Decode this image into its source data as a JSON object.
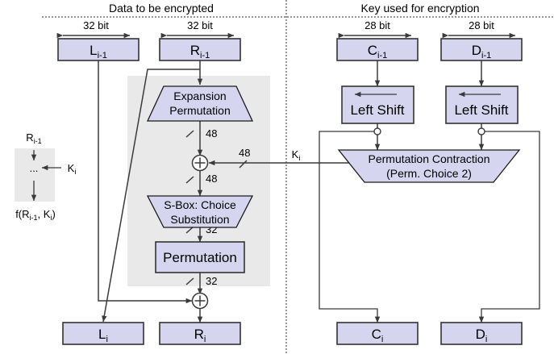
{
  "headers": {
    "left": "Data to be encrypted",
    "right": "Key used for encryption"
  },
  "bitwidths": {
    "l_prev": "32 bit",
    "r_prev": "32 bit",
    "c_prev": "28 bit",
    "d_prev": "28 bit"
  },
  "registers": {
    "l_prev_base": "L",
    "l_prev_sub": "i-1",
    "r_prev_base": "R",
    "r_prev_sub": "i-1",
    "c_prev_base": "C",
    "c_prev_sub": "i-1",
    "d_prev_base": "D",
    "d_prev_sub": "i-1",
    "l_out_base": "L",
    "l_out_sub": "i",
    "r_out_base": "R",
    "r_out_sub": "i",
    "c_out_base": "C",
    "c_out_sub": "i",
    "d_out_base": "D",
    "d_out_sub": "i"
  },
  "blocks": {
    "expansion_line1": "Expansion",
    "expansion_line2": "Permutation",
    "sbox_line1": "S-Box: Choice",
    "sbox_line2": "Substitution",
    "permutation": "Permutation",
    "left_shift_1": "Left Shift",
    "left_shift_2": "Left Shift",
    "perm_contraction_line1": "Permutation Contraction",
    "perm_contraction_line2": "(Perm. Choice 2)"
  },
  "labels": {
    "bits_48_a": "48",
    "bits_48_b": "48",
    "bits_48_key": "48",
    "bits_32_a": "32",
    "bits_32_b": "32",
    "subkey_base": "K",
    "subkey_sub": "i"
  },
  "legend": {
    "input_base": "R",
    "input_sub": "i-1",
    "dots": "...",
    "key_base": "K",
    "key_sub": "i",
    "output": "f(R",
    "output_sub1": "i-1",
    "output_mid": ", K",
    "output_sub2": "i",
    "output_end": ")"
  },
  "colors": {
    "box_fill": "#d5d5ef",
    "band": "#e9e9e9",
    "wire": "#3a3a3a",
    "border": "#333333"
  }
}
